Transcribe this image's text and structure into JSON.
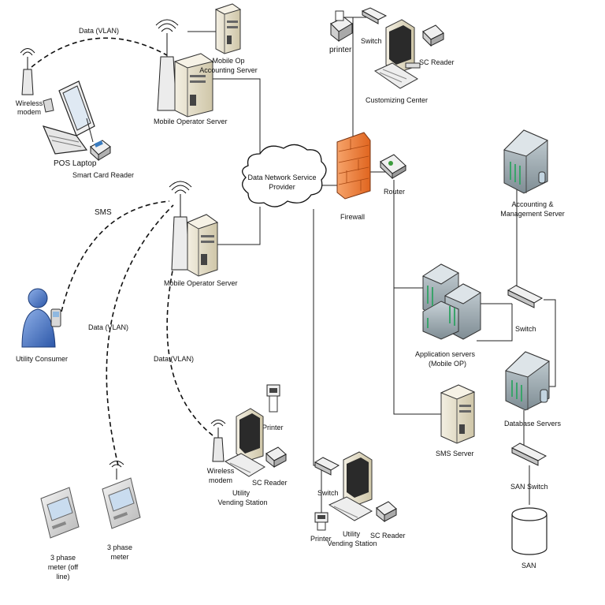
{
  "labels": {
    "data_vlan_top": "Data (VLAN)",
    "mobile_op_accounting_server": [
      "Mobile Op",
      "Accounting Server"
    ],
    "mobile_operator_server_top": "Mobile Operator Server",
    "wireless_modem_top": [
      "Wireless",
      "modem"
    ],
    "pos_laptop": "POS Laptop",
    "smart_card_reader": "Smart Card Reader",
    "sms": "SMS",
    "utility_consumer": "Utility Consumer",
    "data_vlan_left": "Data (VLAN)",
    "data_vlan_mid": "Data (VLAN)",
    "mobile_operator_server_mid": "Mobile Operator Server",
    "cloud": [
      "Data Network Service",
      "Provider"
    ],
    "printer_top": "printer",
    "switch_top": "Switch",
    "sc_reader_top": "SC Reader",
    "customizing_center": "Customizing Center",
    "firewall": "Firewall",
    "router": "Router",
    "accounting_mgmt_server": [
      "Accounting &",
      "Management Server"
    ],
    "switch_right": "Switch",
    "application_servers": [
      "Application servers",
      "(Mobile OP)"
    ],
    "database_servers": "Database Servers",
    "sms_server": "SMS Server",
    "san_switch": "SAN Switch",
    "san": "SAN",
    "printer_vs1": "Printer",
    "wireless_modem_vs1": [
      "Wireless",
      "modem"
    ],
    "utility_vending_station_1": [
      "Utility",
      "Vending Station"
    ],
    "sc_reader_vs1": "SC Reader",
    "switch_vs2": "Switch",
    "printer_vs2": "Printer",
    "utility_vending_station_2": [
      "Utility",
      "Vending Station"
    ],
    "sc_reader_vs2": "SC Reader",
    "meter_off_line": [
      "3 phase",
      "meter (off",
      "line)"
    ],
    "meter": [
      "3 phase",
      "meter"
    ]
  }
}
